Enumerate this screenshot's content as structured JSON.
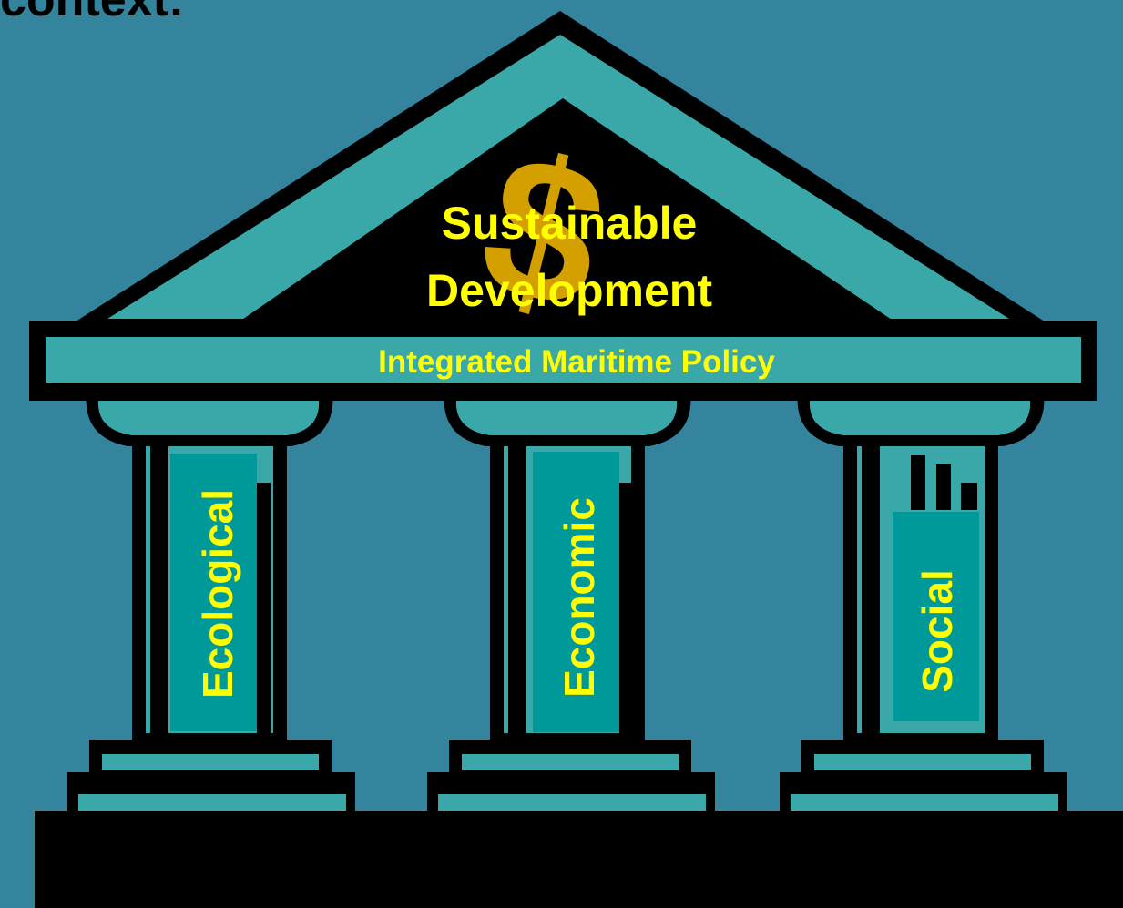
{
  "heading": "context:",
  "roof": {
    "line1": "Sustainable",
    "line2": "Development",
    "symbol": "$"
  },
  "beam_label": "Integrated Maritime Policy",
  "pillars": [
    {
      "label": "Ecological"
    },
    {
      "label": "Economic"
    },
    {
      "label": "Social"
    }
  ],
  "colors": {
    "background": "#33849c",
    "teal": "#3aa8a8",
    "dark_teal": "#009999",
    "outline": "#000000",
    "text_yellow": "#ffff00",
    "gold": "#d4a000"
  }
}
